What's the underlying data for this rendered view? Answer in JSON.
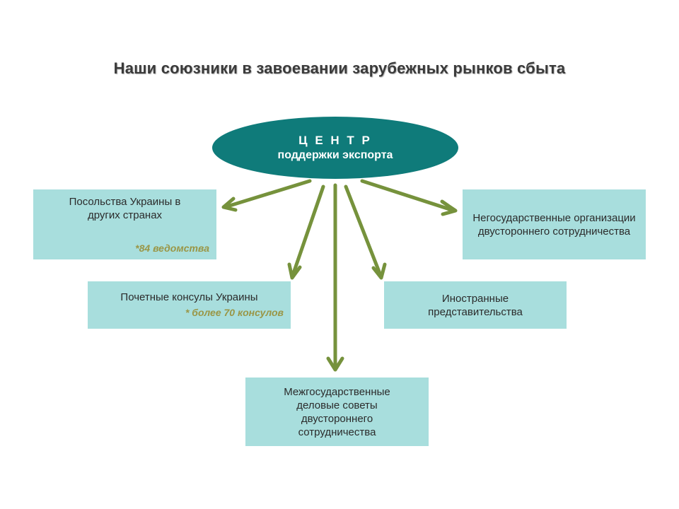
{
  "title": "Наши союзники в завоевании зарубежных рынков сбыта",
  "center": {
    "line1": "Ц Е Н Т Р",
    "line2": "поддержки экспорта"
  },
  "nodes": {
    "embassies": {
      "label": "Посольства Украины в других странах",
      "note": "*84 ведомства"
    },
    "ngo": {
      "label": "Негосударственные организации двустороннего сотрудничества"
    },
    "consuls": {
      "label": "Почетные консулы Украины",
      "note": "* более 70 консулов"
    },
    "foreign": {
      "label": "Иностранные представительства"
    },
    "councils": {
      "label": "Межгосударственные деловые советы двустороннего сотрудничества"
    }
  },
  "colors": {
    "ellipse": "#0f7b7a",
    "box": "#a8dedd",
    "arrow": "#76923c",
    "note": "#9a9646"
  }
}
